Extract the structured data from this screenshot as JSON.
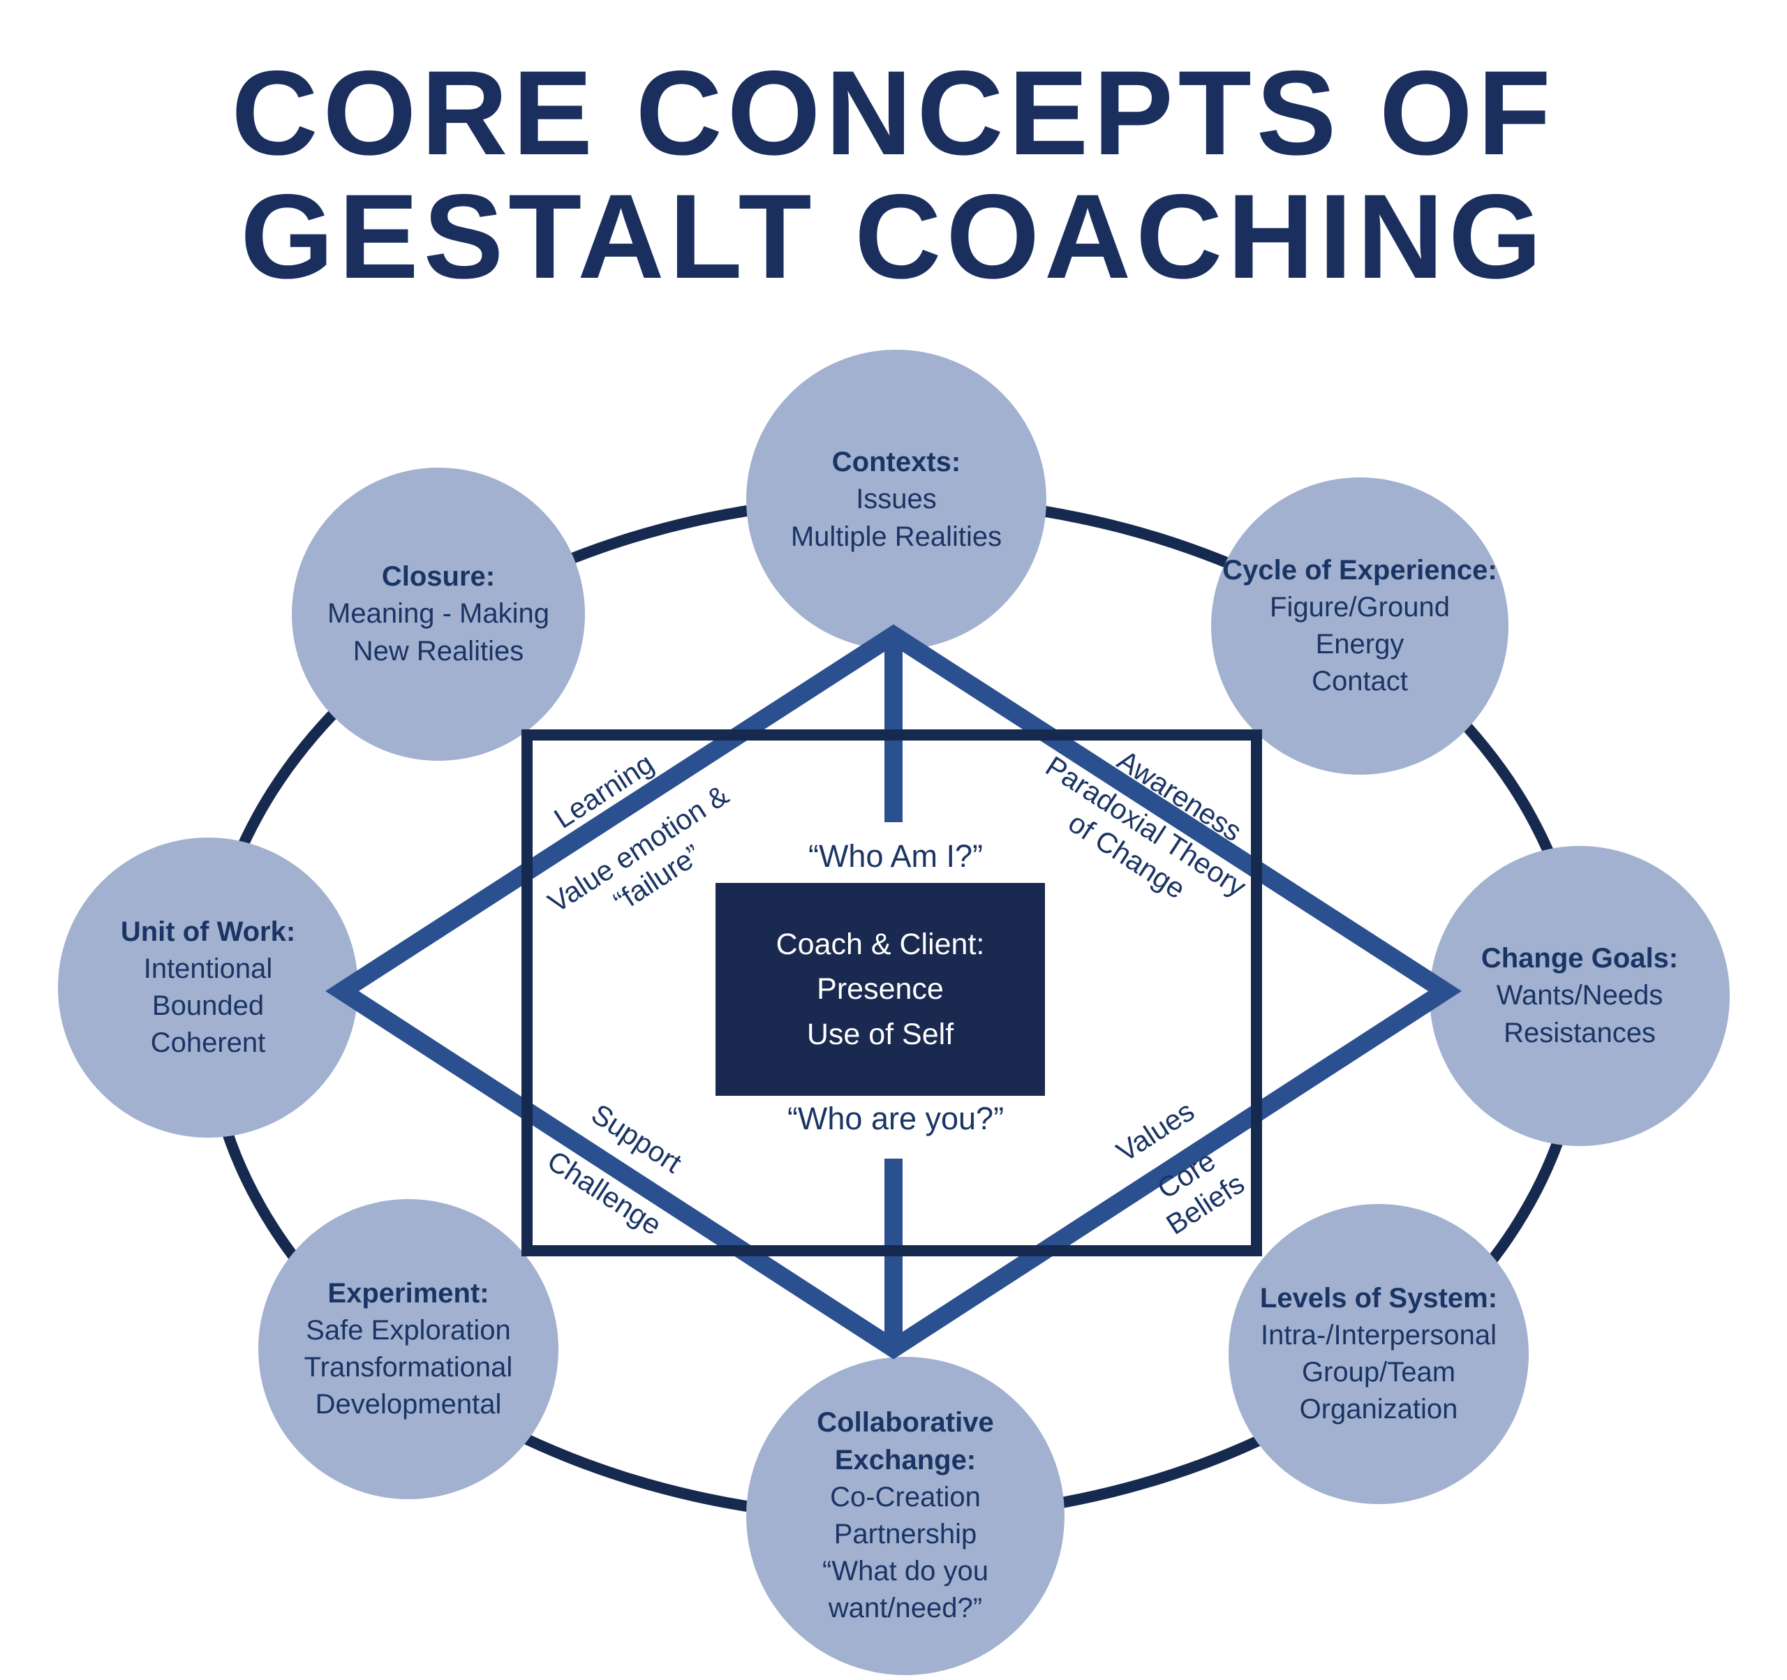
{
  "title": {
    "line1": "CORE CONCEPTS OF",
    "line2": "GESTALT COACHING"
  },
  "center": {
    "question_top": "“Who Am I?”",
    "box_line1": "Coach & Client:",
    "box_line2": "Presence",
    "box_line3": "Use of Self",
    "question_bottom": "“Who are you?”"
  },
  "diamond_labels": {
    "top_left": {
      "outer": "Learning",
      "inner1": "Value emotion &",
      "inner2": "“failure”"
    },
    "top_right": {
      "outer": "Awareness",
      "inner1": "Paradoxial Theory",
      "inner2": "of Change"
    },
    "bottom_left": {
      "outer": "Support",
      "inner1": "Challenge"
    },
    "bottom_right": {
      "outer": "Values",
      "inner1": "Core",
      "inner2": "Beliefs"
    }
  },
  "circles": {
    "contexts": {
      "heading1": "Contexts:",
      "line1": "Issues",
      "line2": "Multiple Realities"
    },
    "closure": {
      "heading1": "Closure:",
      "line1": "Meaning - Making",
      "line2": "New Realities"
    },
    "cycle_of_experience": {
      "heading1": "Cycle of Experience:",
      "line1": "Figure/Ground",
      "line2": "Energy",
      "line3": "Contact"
    },
    "unit_of_work": {
      "heading1": "Unit of Work:",
      "line1": "Intentional",
      "line2": "Bounded",
      "line3": "Coherent"
    },
    "change_goals": {
      "heading1": "Change Goals:",
      "line1": "Wants/Needs",
      "line2": "Resistances"
    },
    "experiment": {
      "heading1": "Experiment:",
      "line1": "Safe Exploration",
      "line2": "Transformational",
      "line3": "Developmental"
    },
    "levels_of_system": {
      "heading1": "Levels of System:",
      "line1": "Intra-/Interpersonal",
      "line2": "Group/Team",
      "line3": "Organization"
    },
    "collaborative_exchange": {
      "heading1": "Collaborative",
      "heading2": "Exchange:",
      "line1": "Co-Creation",
      "line2": "Partnership",
      "line3": "“What do you",
      "line4": "want/need?”"
    }
  },
  "colors": {
    "shape_navy": "#16294f",
    "text_navy": "#1a3464",
    "title_navy": "#1b2f5e",
    "diamond_blue": "#2b5090",
    "circle_fill": "#a2b1d0",
    "center_box_fill": "#19294f",
    "center_box_text": "#ffffff"
  }
}
